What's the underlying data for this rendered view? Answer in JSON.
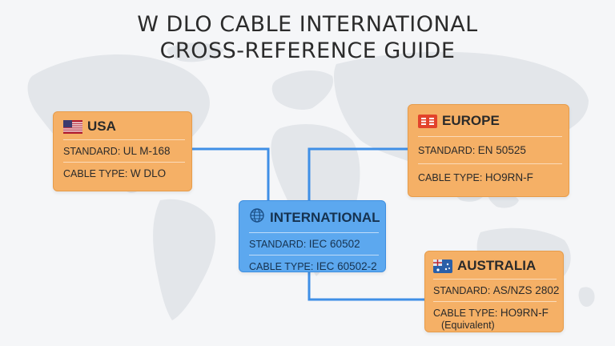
{
  "title": {
    "line1": "W DLO CABLE INTERNATIONAL",
    "line2": "CROSS-REFERENCE GUIDE"
  },
  "colors": {
    "card_orange": "#f5b066",
    "card_blue": "#5ca8ef",
    "connector": "#3f8fe6"
  },
  "regions": {
    "usa": {
      "name": "USA",
      "icon": "us-flag-icon",
      "standard_label": "STANDARD:",
      "standard_value": "UL M-168",
      "cable_label": "CABLE TYPE:",
      "cable_value": "W DLO"
    },
    "europe": {
      "name": "EUROPE",
      "icon": "eu-flag-icon",
      "standard_label": "STANDARD:",
      "standard_value": "EN 50525",
      "cable_label": "CABLE TYPE:",
      "cable_value": "HO9RN-F"
    },
    "international": {
      "name": "INTERNATIONAL",
      "icon": "globe-icon",
      "standard_label": "STANDARD:",
      "standard_value": "IEC 60502",
      "cable_label": "CABLE TYPE:",
      "cable_value": "IEC 60502-2"
    },
    "australia": {
      "name": "AUSTRALIA",
      "icon": "australia-flag-icon",
      "standard_label": "STANDARD:",
      "standard_value": "AS/NZS 2802",
      "cable_label": "CABLE TYPE:",
      "cable_value": "HO9RN-F",
      "note": "(Equivalent)"
    }
  }
}
